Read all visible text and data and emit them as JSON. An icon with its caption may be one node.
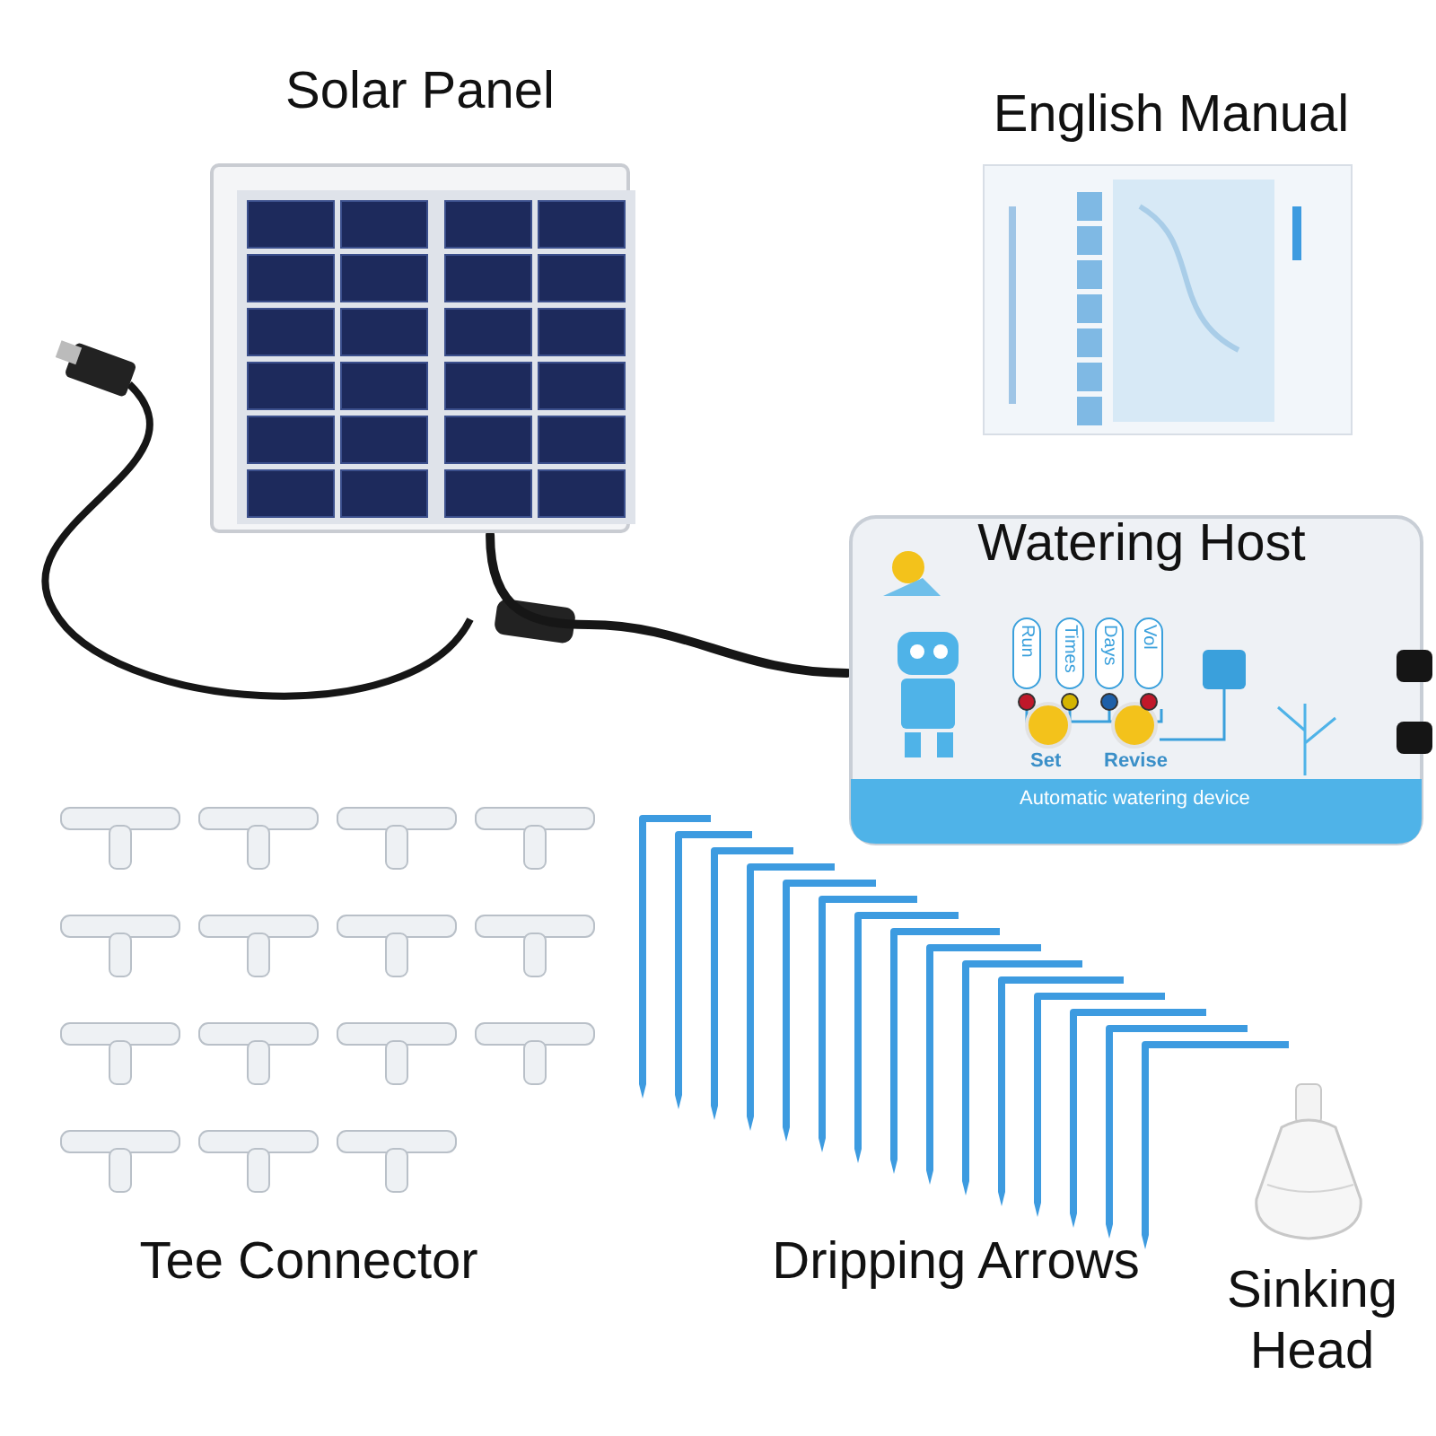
{
  "diagram": {
    "nodes": [
      {
        "text": [
          "Solar Panel"
        ]
      },
      {
        "text": [
          "English Manual"
        ]
      },
      {
        "text": [
          "Watering Host"
        ]
      },
      {
        "text": [
          "Tee Connector"
        ]
      },
      {
        "text": [
          "Dripping Arrows"
        ]
      },
      {
        "text": [
          "Sinking Head"
        ]
      }
    ],
    "edges": [
      {
        "from": 0,
        "to": 2,
        "arrow": "none"
      }
    ],
    "labels": [
      "Run",
      "Times",
      "Days",
      "Vol",
      "Set",
      "Revise",
      "Automatic watering device"
    ]
  }
}
